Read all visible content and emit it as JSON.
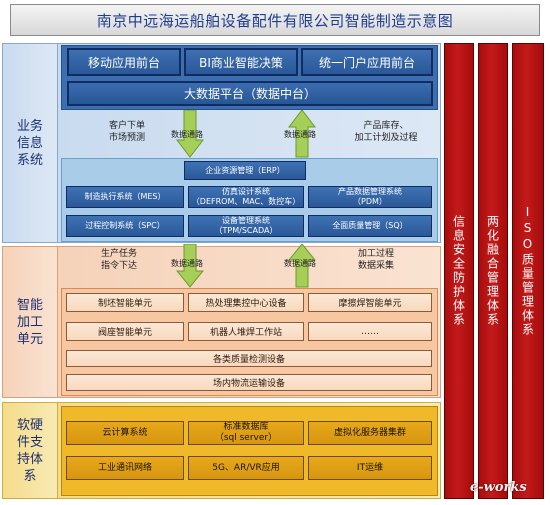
{
  "title": "南京中远海运船舶设备配件有限公司智能制造示意图",
  "lanes": {
    "business": "业务信息系统",
    "manufacturing": "智能加工单元",
    "support": "软硬件支持体系"
  },
  "top_apps": [
    "移动应用前台",
    "BI商业智能决策",
    "统一门户应用前台"
  ],
  "big_data": "大数据平台（数据中台）",
  "flows_upper": {
    "left_text": "客户下单\n市场预测",
    "right_text": "产品库存、\n加工计划及过程",
    "channel_left": "数据通路",
    "channel_right": "数据通路"
  },
  "erp": "企业资源管理（ERP）",
  "systems_row1": [
    {
      "label": "制造执行系统（MES）"
    },
    {
      "label": "仿真设计系统\n（DEFROM、MAC、数控车）"
    },
    {
      "label": "产品数据管理系统\n（PDM）"
    }
  ],
  "systems_row2": [
    {
      "label": "过程控制系统（SPC）"
    },
    {
      "label": "设备管理系统\n（TPM/SCADA）"
    },
    {
      "label": "全面质量管理（SQ）"
    }
  ],
  "flows_lower": {
    "left_text": "生产任务\n指令下达",
    "right_text": "加工过程\n数据采集",
    "channel_left": "数据通路",
    "channel_right": "数据通路"
  },
  "mfg_row1": [
    "制坯智能单元",
    "热处理集控中心设备",
    "摩擦焊智能单元"
  ],
  "mfg_row2": [
    "阀座智能单元",
    "机器人堆焊工作站",
    "……"
  ],
  "mfg_wide": [
    "各类质量检测设备",
    "场内物流运输设备"
  ],
  "support_row1": [
    "云计算系统",
    "标准数据库\n（sql server）",
    "虚拟化服务器集群"
  ],
  "support_row2": [
    "工业通讯网络",
    "5G、AR/VR应用",
    "IT运维"
  ],
  "red_columns": [
    "信息安全防护体系",
    "两化融合管理体系",
    "ISO质量管理体系"
  ],
  "watermark": "e-works",
  "colors": {
    "arrow_green": "#a6cf5a",
    "red_column": "#b91414",
    "title_text": "#1f3d8f"
  }
}
